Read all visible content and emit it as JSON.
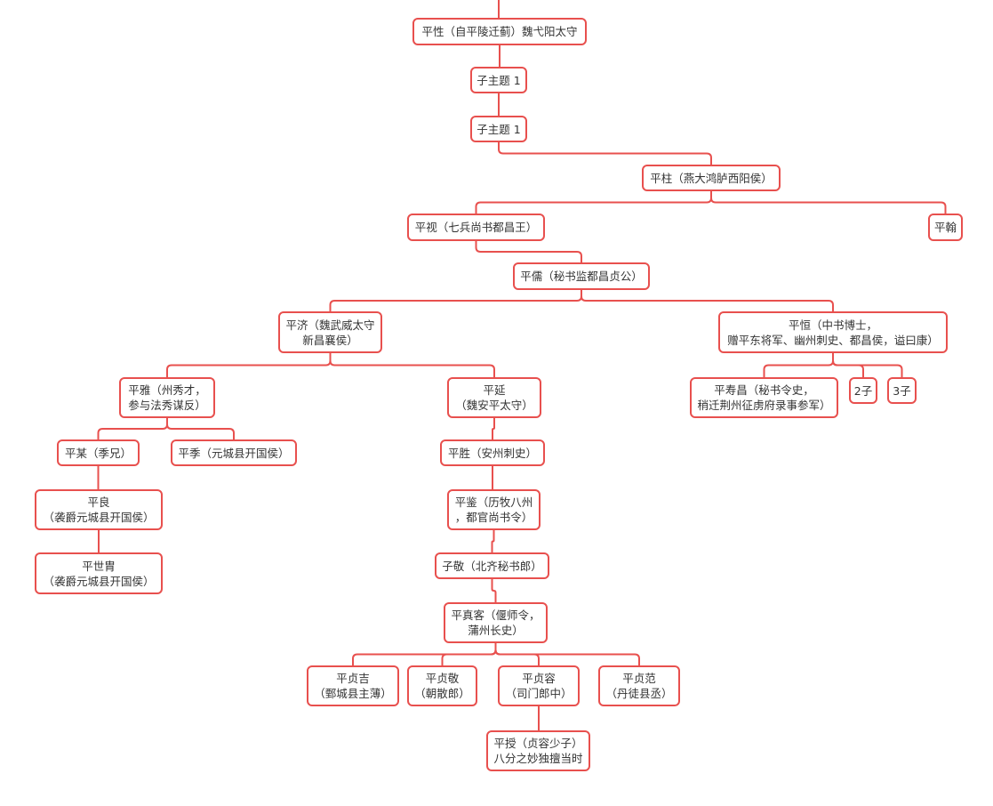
{
  "colors": {
    "border": "#e8504e",
    "line": "#e8504e",
    "text": "#333333",
    "background": "#ffffff"
  },
  "nodes": {
    "n1": {
      "lines": [
        "平性（自平陵迁蓟）魏弋阳太守"
      ]
    },
    "n2": {
      "lines": [
        "子主题 1"
      ]
    },
    "n3": {
      "lines": [
        "子主题 1"
      ]
    },
    "n4": {
      "lines": [
        "平柱（燕大鸿胪西阳侯）"
      ]
    },
    "n5": {
      "lines": [
        "平视（七兵尚书都昌王）"
      ]
    },
    "n6": {
      "lines": [
        "平翰"
      ]
    },
    "n7": {
      "lines": [
        "平儒（秘书监都昌贞公）"
      ]
    },
    "n8": {
      "lines": [
        "平济（魏武威太守",
        "新昌襄侯）"
      ]
    },
    "n9": {
      "lines": [
        "平恒（中书博士，",
        "赠平东将军、幽州刺史、都昌侯，谥曰康）"
      ]
    },
    "n10": {
      "lines": [
        "平雅（州秀才，",
        "参与法秀谋反）"
      ]
    },
    "n11": {
      "lines": [
        "平延",
        "（魏安平太守）"
      ]
    },
    "n12": {
      "lines": [
        "平寿昌（秘书令史，",
        "稍迁荆州征虏府录事参军）"
      ]
    },
    "n13": {
      "lines": [
        "2子"
      ]
    },
    "n14": {
      "lines": [
        "3子"
      ]
    },
    "n15": {
      "lines": [
        "平某（季兄）"
      ]
    },
    "n16": {
      "lines": [
        "平季（元城县开国侯）"
      ]
    },
    "n17": {
      "lines": [
        "平胜（安州刺史）"
      ]
    },
    "n18": {
      "lines": [
        "平良",
        "（袭爵元城县开国侯）"
      ]
    },
    "n19": {
      "lines": [
        "平鉴（历牧八州",
        "，都官尚书令）"
      ]
    },
    "n20": {
      "lines": [
        "平世胄",
        "（袭爵元城县开国侯）"
      ]
    },
    "n21": {
      "lines": [
        "子敬（北齐秘书郎）"
      ]
    },
    "n22": {
      "lines": [
        "平真客（偃师令，",
        "蒲州长史）"
      ]
    },
    "n23": {
      "lines": [
        "平贞吉",
        "（鄄城县主薄）"
      ]
    },
    "n24": {
      "lines": [
        "平贞敬",
        "（朝散郎）"
      ]
    },
    "n25": {
      "lines": [
        "平贞容",
        "（司门郎中）"
      ]
    },
    "n26": {
      "lines": [
        "平贞范",
        "（丹徒县丞）"
      ]
    },
    "n27": {
      "lines": [
        "平授（贞容少子）",
        "八分之妙独擅当时"
      ]
    }
  }
}
